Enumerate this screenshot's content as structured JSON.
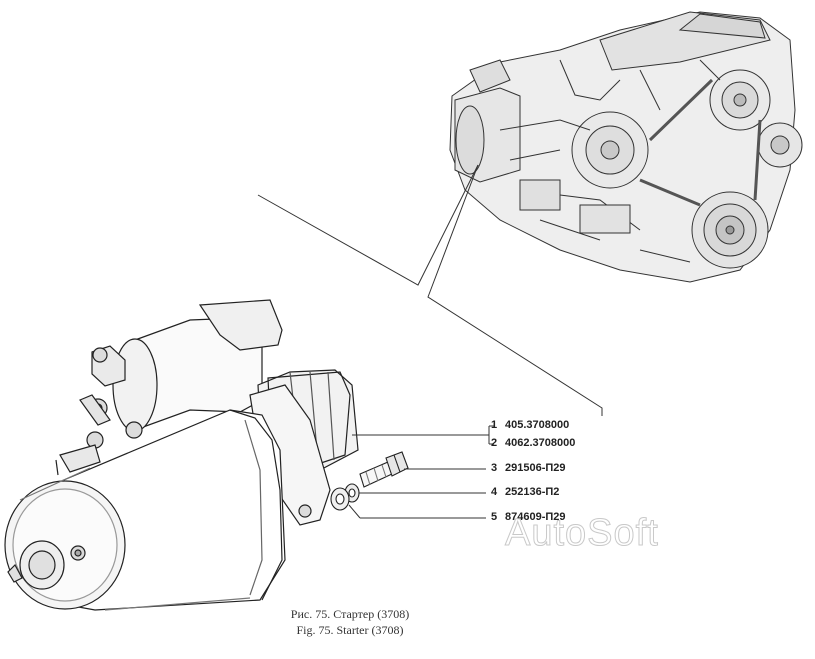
{
  "callouts": [
    {
      "num": "1",
      "part": "405.3708000"
    },
    {
      "num": "2",
      "part": "4062.3708000"
    },
    {
      "num": "3",
      "part": "291506-П29"
    },
    {
      "num": "4",
      "part": "252136-П2"
    },
    {
      "num": "5",
      "part": "874609-П29"
    }
  ],
  "watermark": "AutoSoft",
  "caption": {
    "ru": "Рис. 75. Стартер (3708)",
    "en": "Fig. 75. Starter (3708)"
  }
}
